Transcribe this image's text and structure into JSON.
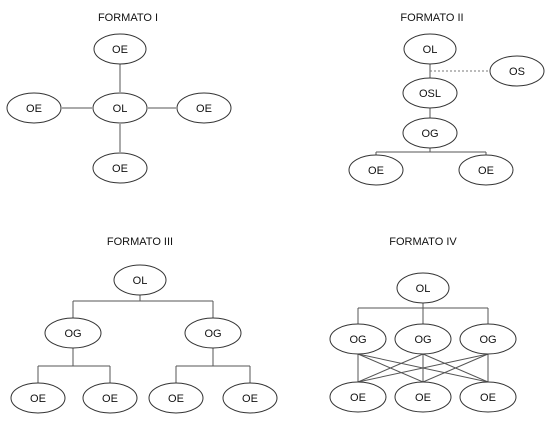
{
  "diagrams": [
    {
      "title": "FORMATO I",
      "nodes": [
        {
          "id": "f1_top",
          "label": "OE"
        },
        {
          "id": "f1_left",
          "label": "OE"
        },
        {
          "id": "f1_center",
          "label": "OL"
        },
        {
          "id": "f1_right",
          "label": "OE"
        },
        {
          "id": "f1_bottom",
          "label": "OE"
        }
      ]
    },
    {
      "title": "FORMATO II",
      "nodes": [
        {
          "id": "f2_ol",
          "label": "OL"
        },
        {
          "id": "f2_os",
          "label": "OS"
        },
        {
          "id": "f2_osl",
          "label": "OSL"
        },
        {
          "id": "f2_og",
          "label": "OG"
        },
        {
          "id": "f2_oe_left",
          "label": "OE"
        },
        {
          "id": "f2_oe_right",
          "label": "OE"
        }
      ]
    },
    {
      "title": "FORMATO III",
      "nodes": [
        {
          "id": "f3_ol",
          "label": "OL"
        },
        {
          "id": "f3_og_left",
          "label": "OG"
        },
        {
          "id": "f3_og_right",
          "label": "OG"
        },
        {
          "id": "f3_oe_1",
          "label": "OE"
        },
        {
          "id": "f3_oe_2",
          "label": "OE"
        },
        {
          "id": "f3_oe_3",
          "label": "OE"
        },
        {
          "id": "f3_oe_4",
          "label": "OE"
        }
      ]
    },
    {
      "title": "FORMATO IV",
      "nodes": [
        {
          "id": "f4_ol",
          "label": "OL"
        },
        {
          "id": "f4_og_1",
          "label": "OG"
        },
        {
          "id": "f4_og_2",
          "label": "OG"
        },
        {
          "id": "f4_og_3",
          "label": "OG"
        },
        {
          "id": "f4_oe_1",
          "label": "OE"
        },
        {
          "id": "f4_oe_2",
          "label": "OE"
        },
        {
          "id": "f4_oe_3",
          "label": "OE"
        }
      ]
    }
  ]
}
